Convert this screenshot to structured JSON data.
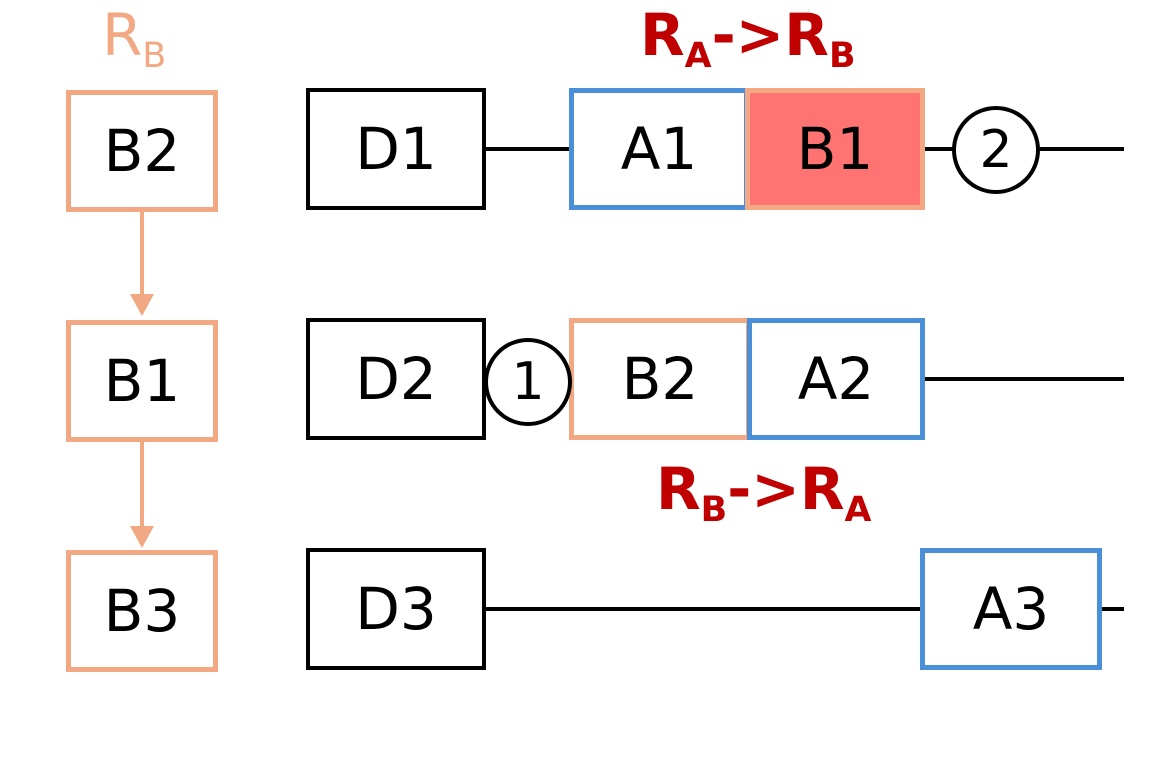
{
  "register_b": {
    "title_main": "R",
    "title_sub": "B",
    "items": [
      "B2",
      "B1",
      "B3"
    ]
  },
  "rows": [
    {
      "d_label": "D1",
      "first_label": "A1",
      "second_label": "B1",
      "step_marker": "2"
    },
    {
      "d_label": "D2",
      "first_label": "B2",
      "second_label": "A2",
      "step_marker": "1"
    },
    {
      "d_label": "D3",
      "a_label": "A3"
    }
  ],
  "annotations": {
    "top": {
      "r1": "R",
      "s1": "A",
      "mid": "->",
      "r2": "R",
      "s2": "B"
    },
    "bottom": {
      "r1": "R",
      "s1": "B",
      "mid": "->",
      "r2": "R",
      "s2": "A"
    }
  },
  "colors": {
    "register_a_border": "#4A90D9",
    "register_b_border": "#F2A882",
    "highlight_fill": "#FF7373",
    "annotation_text": "#C00000",
    "line": "#000000"
  }
}
